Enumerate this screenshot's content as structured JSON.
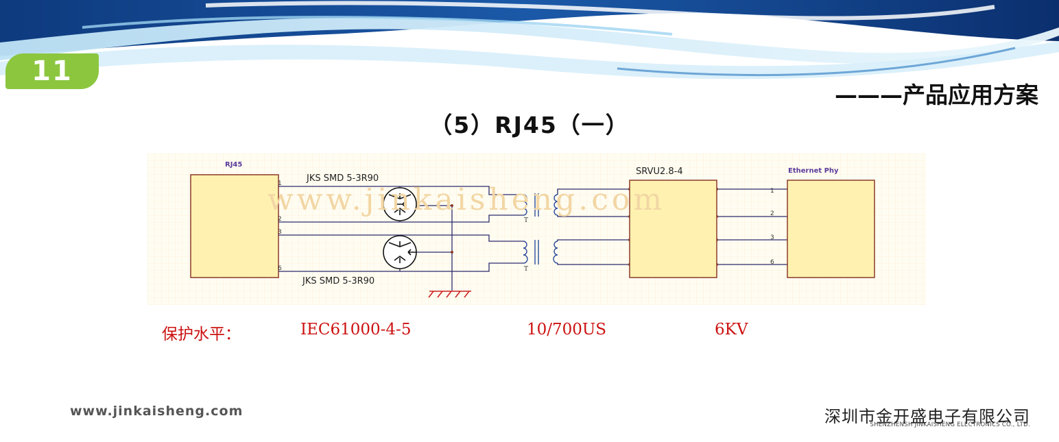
{
  "slide": {
    "page_number": "11",
    "section_title": "———产品应用方案",
    "title": "（5）RJ45（一）",
    "colors": {
      "accent_green": "#8cc63f",
      "banner_blue": "#1b4f9c",
      "protection_red": "#cc1111"
    }
  },
  "diagram": {
    "rj45_label": "RJ45",
    "tvs_top_label": "JKS SMD 5-3R90",
    "tvs_bottom_label": "JKS SMD 5-3R90",
    "srvu_label": "SRVU2.8-4",
    "phy_label": "Ethernet Phy",
    "left_pins": [
      "1",
      "2",
      "3",
      "6"
    ],
    "right_pins": [
      "1",
      "2",
      "3",
      "6"
    ],
    "transformer_tap_label": "T",
    "watermark": "www.jinkaisheng.com",
    "ground_icon": "ground-icon"
  },
  "protection": {
    "label": "保护水平：",
    "standard": "IEC61000-4-5",
    "waveform": "10/700US",
    "voltage": "6KV"
  },
  "footer": {
    "url": "www.jinkaisheng.com",
    "company_cn": "深圳市金开盛电子有限公司",
    "company_en": "SHENZHENSH JINKAISHENG ELECTRONICS CO., LTD."
  }
}
